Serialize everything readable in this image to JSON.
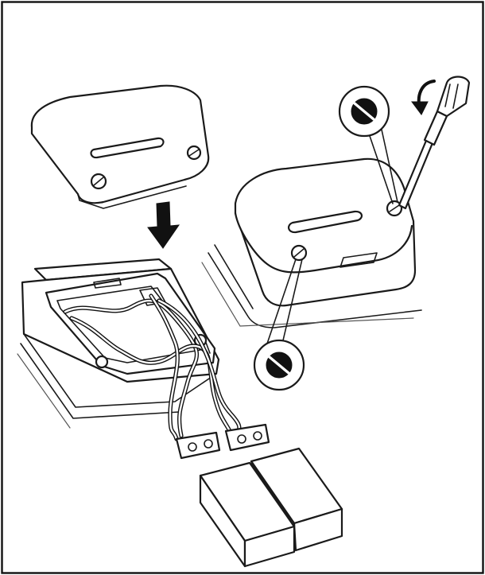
{
  "figure": {
    "kind": "assembly-illustration",
    "stroke_color": "#1a1a1a",
    "background_color": "#ffffff",
    "parts": [
      "battery-cover",
      "insertion-arrow",
      "battery-compartment",
      "battery-clips",
      "batteries",
      "closed-housing",
      "screwdriver",
      "rotation-arrow",
      "screw-detail-top",
      "screw-detail-bottom"
    ]
  }
}
